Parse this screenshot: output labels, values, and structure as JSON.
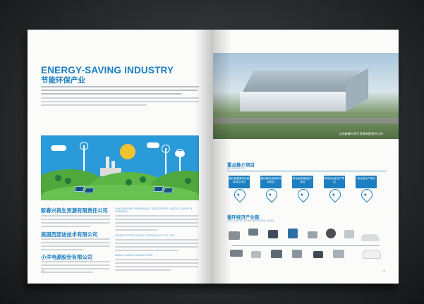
{
  "left_page": {
    "title_en": "ENERGY-SAVING INDUSTRY",
    "title_cn": "节能环保产业",
    "companies": [
      {
        "name_cn": "新春兴再生资源有限责任公司",
        "name_en": "XINCHUNXING RENEWABLE RESOURCES LIMITED LIABILITY COMPANY"
      },
      {
        "name_cn": "美国西部迪技术有限公司",
        "name_en": "UNITED STATES WINDI TECHNOLOGY CO.,LTD."
      },
      {
        "name_cn": "小洋电源股份有限公司",
        "name_en": "SMALL OCEAN POWER CORP"
      }
    ],
    "page_number": "12"
  },
  "right_page": {
    "photo_caption": "江苏新春兴再生资源有限责任公司",
    "section1": {
      "title_cn": "重点推介项目",
      "title_en": "KEY PROJECTS",
      "boxes": [
        "废旧铅酸蓄电池回收再生项目",
        "废旧锂电池回收利用项目",
        "铅电池电极板生产项目",
        "再生铅合金生产项目",
        "铅合金生产项目"
      ]
    },
    "section2": {
      "title_cn": "循环经济产业链",
      "title_en": "CIRCULAR ECONOMY INDUSTRIAL CHAIN"
    },
    "page_number": "13"
  },
  "colors": {
    "accent": "#1b7fc1",
    "sky": "#2a9bd8",
    "grass": "#5cb545",
    "background": "#2b2d2f"
  }
}
